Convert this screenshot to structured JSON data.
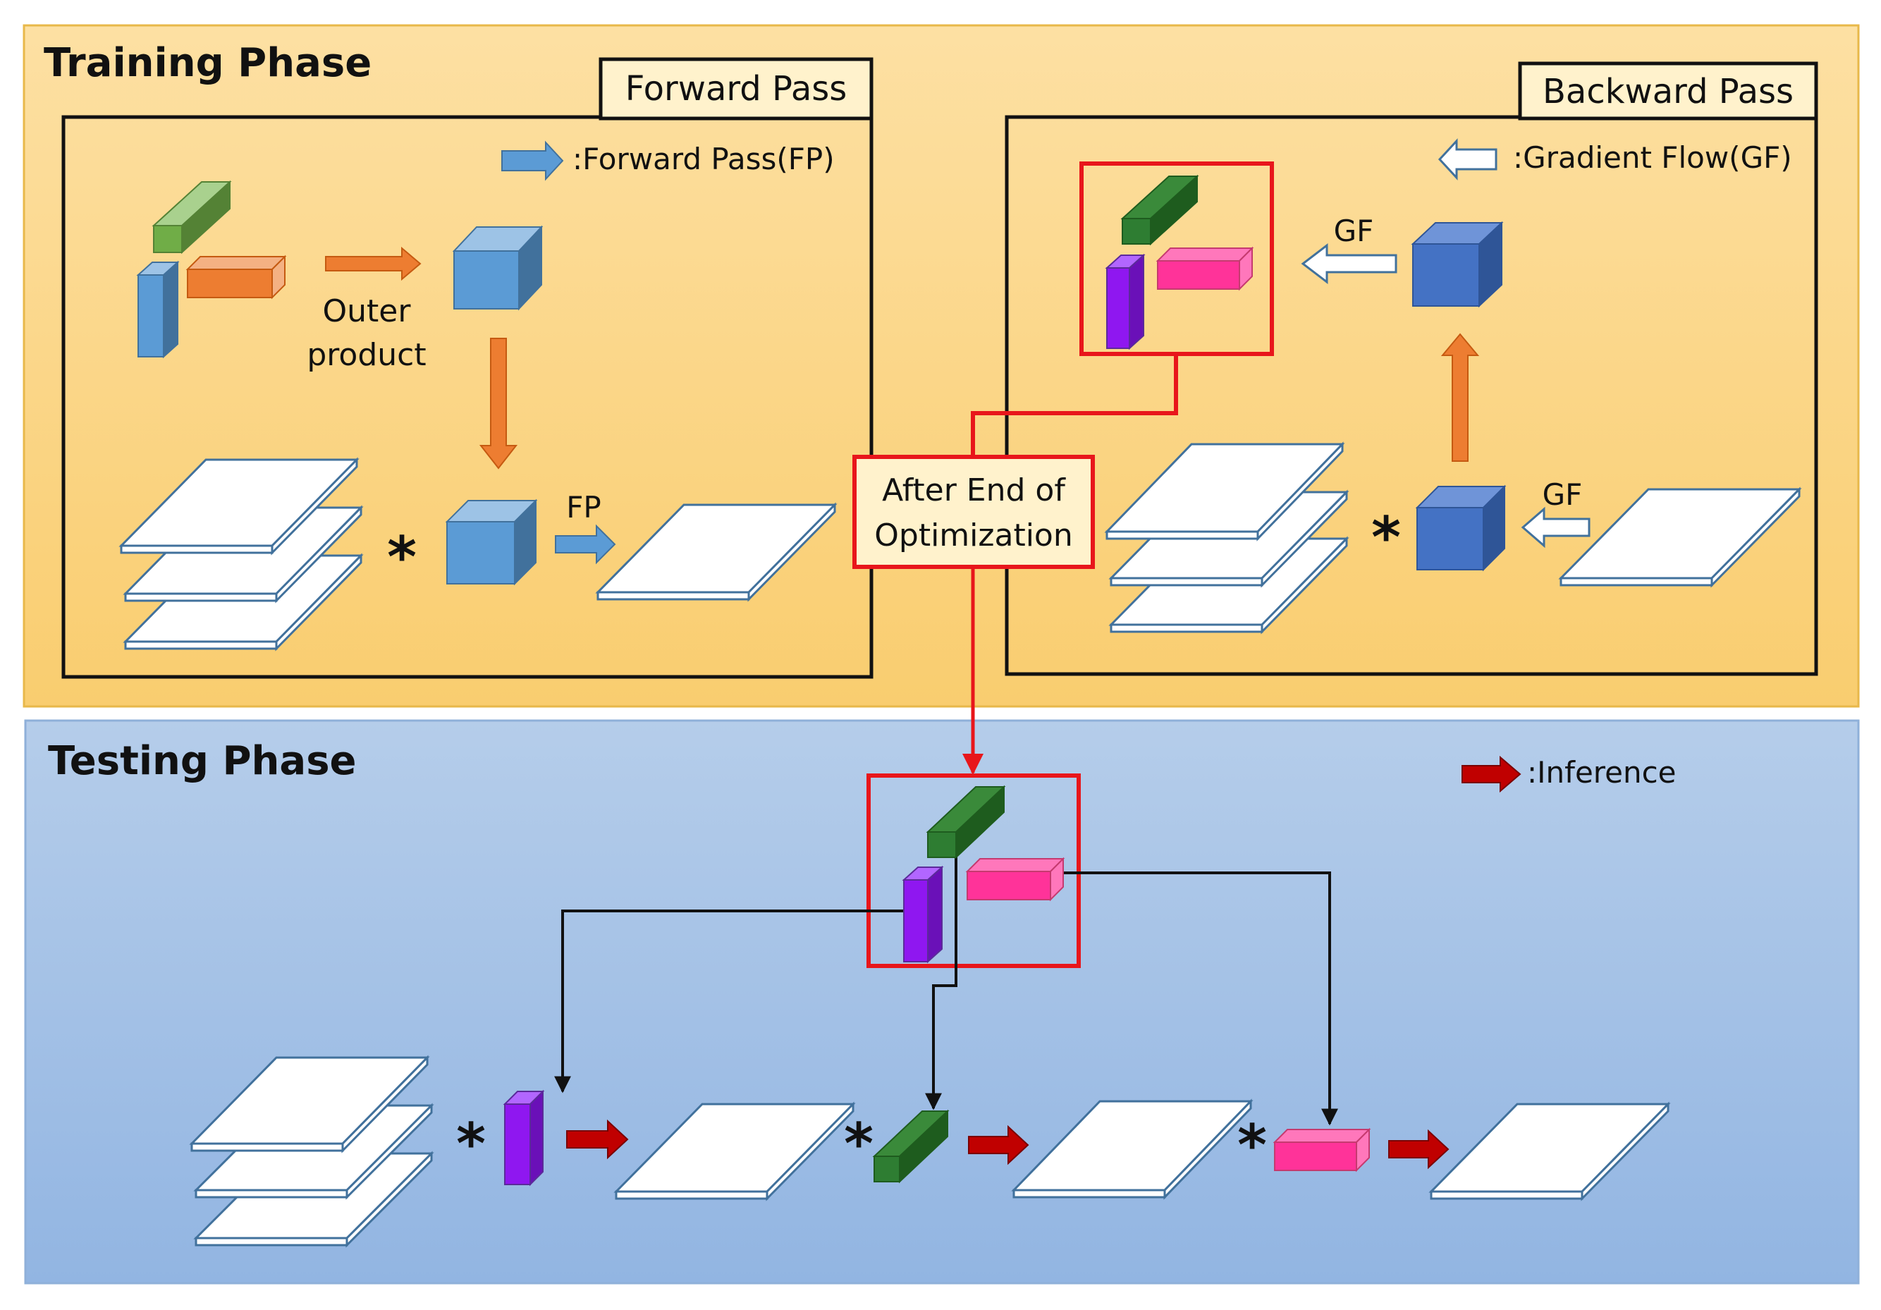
{
  "training": {
    "title": "Training Phase",
    "forward": {
      "tab": "Forward Pass",
      "legend": ":Forward Pass(FP)",
      "outer1": "Outer",
      "outer2": "product",
      "fp": "FP",
      "star": "*"
    },
    "backward": {
      "tab": "Backward Pass",
      "legend": ":Gradient Flow(GF)",
      "gf1": "GF",
      "gf2": "GF",
      "star": "*"
    }
  },
  "center": {
    "line1": "After End of",
    "line2": "Optimization"
  },
  "testing": {
    "title": "Testing Phase",
    "legend": ":Inference",
    "star1": "*",
    "star2": "*",
    "star3": "*"
  },
  "colors": {
    "training_bg": "#fcd993",
    "testing_bg": "#a5c1e6",
    "red": "#e8161b",
    "orange": "#ed7d31",
    "blue": "#5b9bd5",
    "dark_blue": "#4472c4",
    "purple": "#8f17f0",
    "green": "#2e7d32",
    "pink": "#ff3399",
    "inference_arrow": "#c00000"
  }
}
